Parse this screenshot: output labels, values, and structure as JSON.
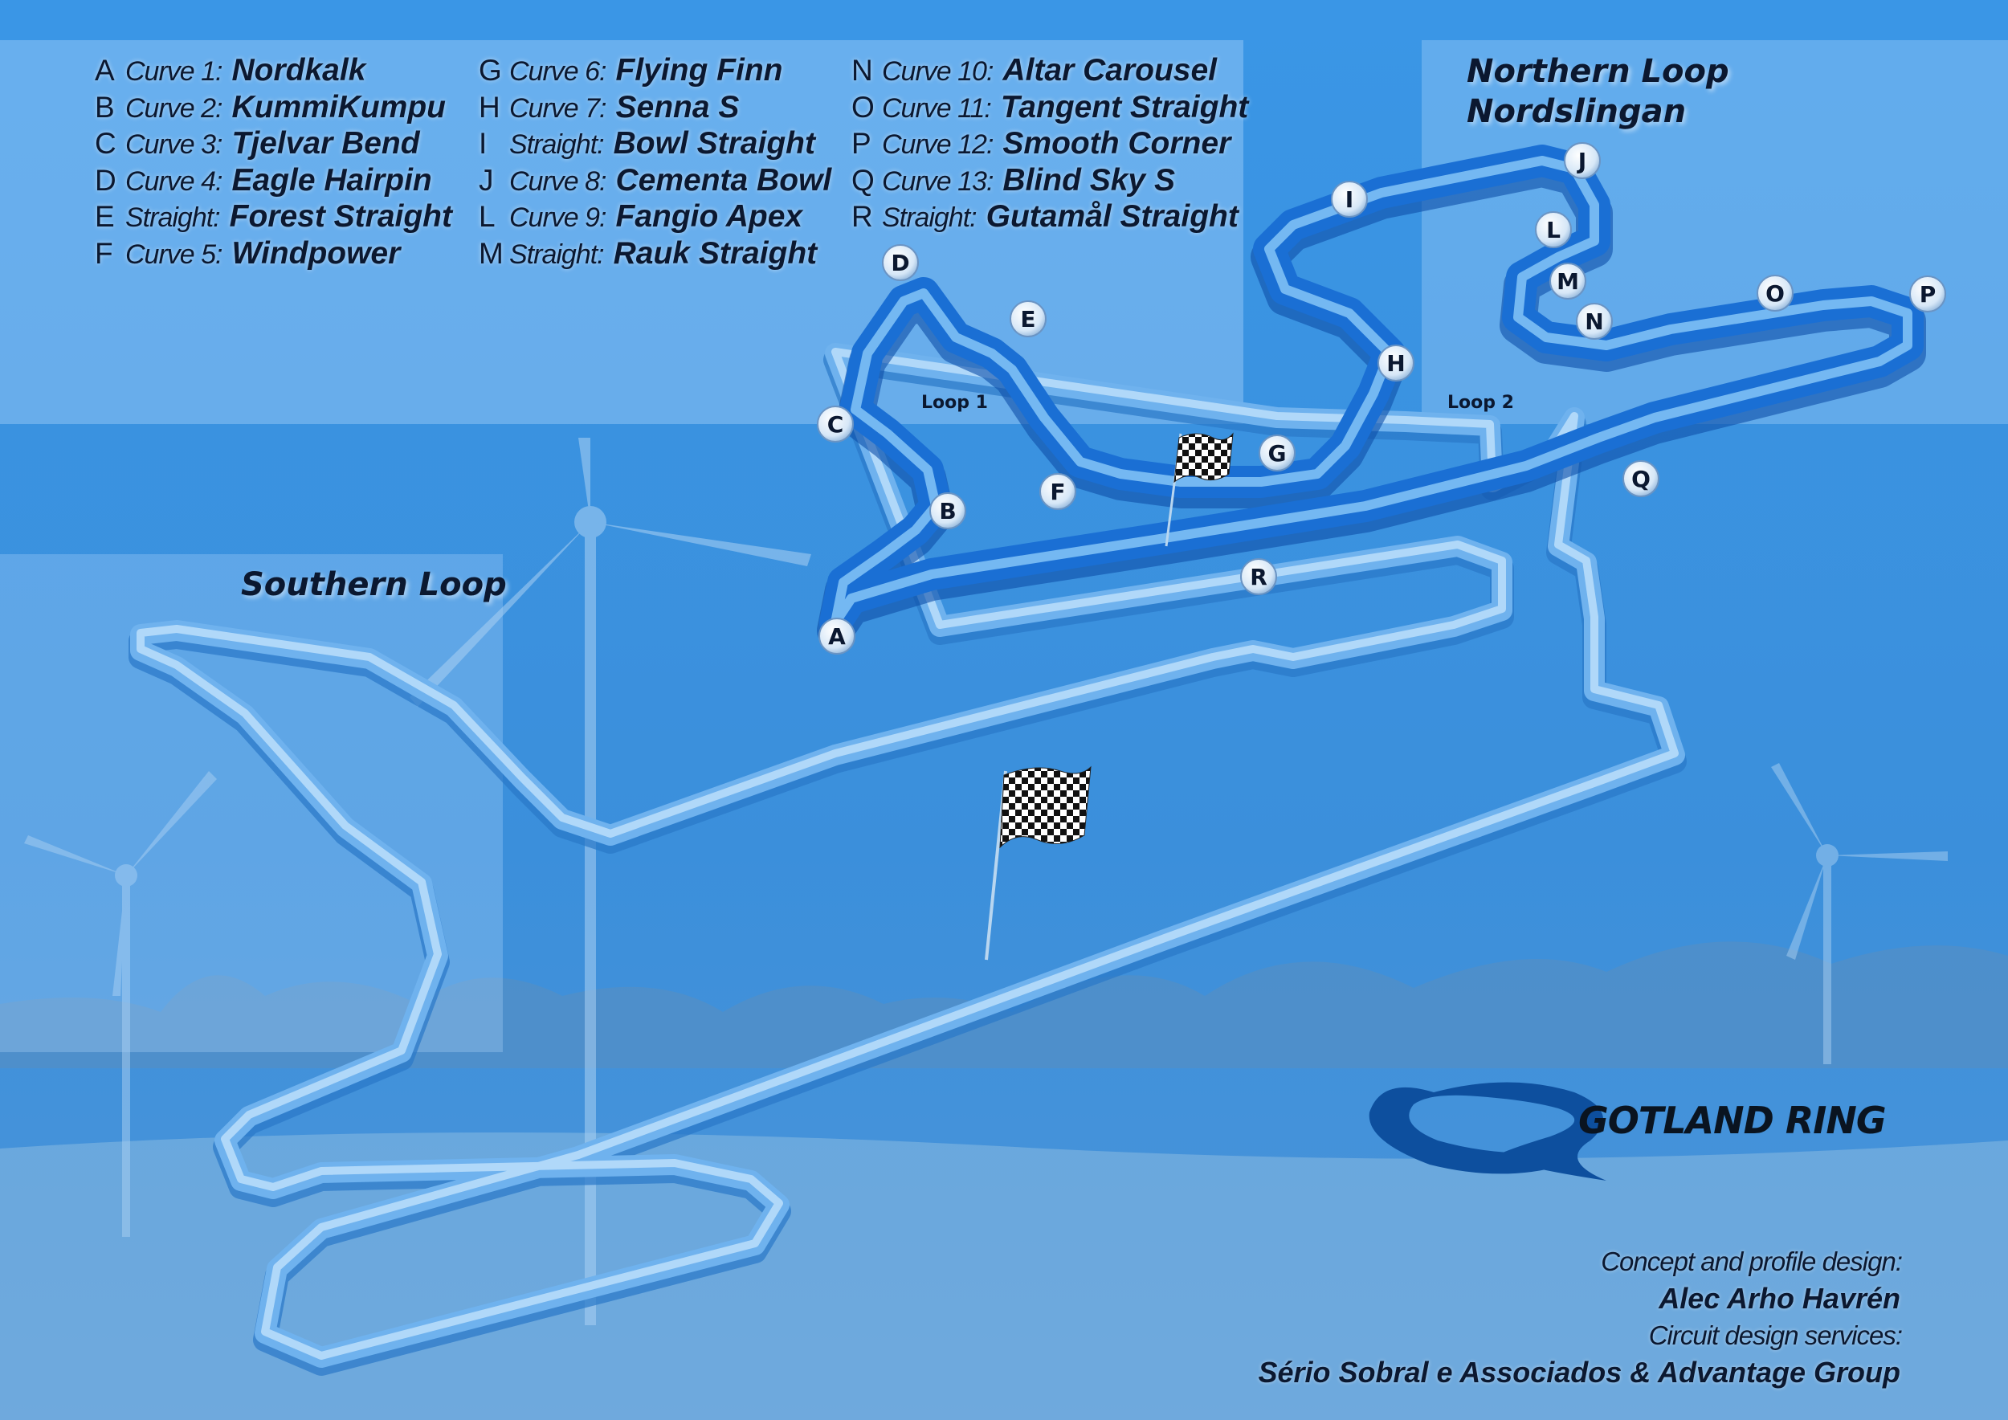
{
  "legend": [
    {
      "letter": "A",
      "kind": "Curve 1:",
      "name": "Nordkalk"
    },
    {
      "letter": "B",
      "kind": "Curve 2:",
      "name": "KummiKumpu"
    },
    {
      "letter": "C",
      "kind": "Curve 3:",
      "name": "Tjelvar Bend"
    },
    {
      "letter": "D",
      "kind": "Curve 4:",
      "name": "Eagle Hairpin"
    },
    {
      "letter": "E",
      "kind": "Straight:",
      "name": "Forest Straight"
    },
    {
      "letter": "F",
      "kind": "Curve 5:",
      "name": "Windpower"
    },
    {
      "letter": "G",
      "kind": "Curve 6:",
      "name": "Flying Finn"
    },
    {
      "letter": "H",
      "kind": "Curve 7:",
      "name": "Senna S"
    },
    {
      "letter": "I",
      "kind": "Straight:",
      "name": "Bowl Straight"
    },
    {
      "letter": "J",
      "kind": "Curve 8:",
      "name": "Cementa Bowl"
    },
    {
      "letter": "L",
      "kind": "Curve 9:",
      "name": "Fangio Apex"
    },
    {
      "letter": "M",
      "kind": "Straight:",
      "name": "Rauk Straight"
    },
    {
      "letter": "N",
      "kind": "Curve 10:",
      "name": "Altar Carousel"
    },
    {
      "letter": "O",
      "kind": "Curve 11:",
      "name": "Tangent Straight"
    },
    {
      "letter": "P",
      "kind": "Curve 12:",
      "name": "Smooth Corner"
    },
    {
      "letter": "Q",
      "kind": "Curve 13:",
      "name": "Blind Sky S"
    },
    {
      "letter": "R",
      "kind": "Straight:",
      "name": "Gutamål Straight"
    }
  ],
  "markers": [
    "A",
    "B",
    "C",
    "D",
    "E",
    "F",
    "G",
    "H",
    "I",
    "J",
    "L",
    "M",
    "N",
    "O",
    "P",
    "Q",
    "R"
  ],
  "regions": {
    "northern_title_1": "Northern Loop",
    "northern_title_2": "Nordslingan",
    "southern_title": "Southern Loop",
    "loop1": "Loop 1",
    "loop2": "Loop 2"
  },
  "brand": {
    "name": "GOTLAND RING"
  },
  "credits": {
    "concept_label": "Concept and profile design:",
    "concept_name": "Alec Arho Havrén",
    "services_label": "Circuit design services:",
    "services_name": "Sério Sobral e Associados & Advantage Group"
  },
  "icons": {
    "start_flag": "checkered-flag-icon",
    "marker": "circle-marker-icon",
    "logo": "gotland-ring-logo-icon",
    "background": "wind-turbine-icon"
  },
  "colors": {
    "background": "#3a8fdc",
    "track_dark": "#1a6fd4",
    "track_light": "#7ec0f5",
    "panel": "#9ccaf5",
    "text": "#0b1830"
  }
}
